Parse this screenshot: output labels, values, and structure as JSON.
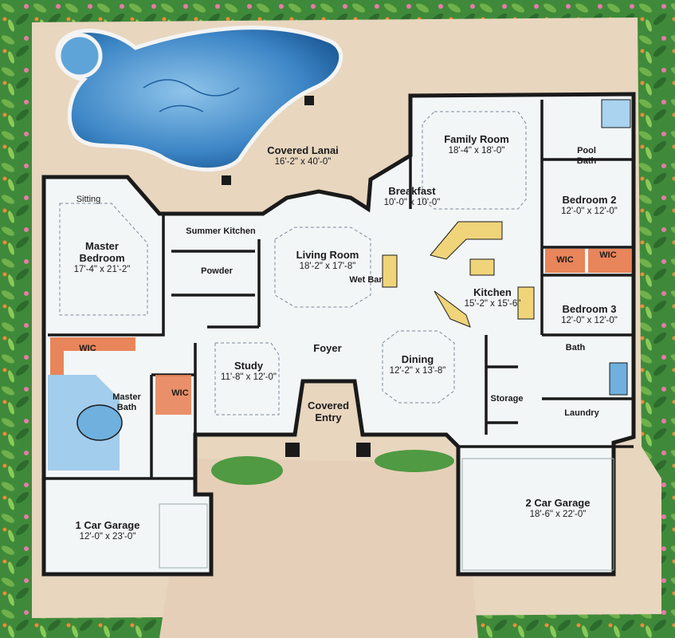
{
  "rooms": {
    "covered_lanai": {
      "name": "Covered Lanai",
      "dims": "16'-2\" x 40'-0\""
    },
    "family_room": {
      "name": "Family Room",
      "dims": "18'-4\" x 18'-0\""
    },
    "pool_bath": {
      "name": "Pool\nBath"
    },
    "breakfast": {
      "name": "Breakfast",
      "dims": "10'-0\" x 10'-0\""
    },
    "bedroom2": {
      "name": "Bedroom 2",
      "dims": "12'-0\" x 12'-0\""
    },
    "sitting": {
      "name": "Sitting"
    },
    "master_bedroom": {
      "name": "Master\nBedroom",
      "dims": "17'-4\" x 21'-2\""
    },
    "summer_kitchen": {
      "name": "Summer Kitchen"
    },
    "powder": {
      "name": "Powder"
    },
    "living_room": {
      "name": "Living Room",
      "dims": "18'-2\" x 17'-8\""
    },
    "wet_bar": {
      "name": "Wet Bar"
    },
    "kitchen": {
      "name": "Kitchen",
      "dims": "15'-2\" x 15'-6\""
    },
    "wic_bed2": {
      "name": "WIC"
    },
    "wic_bed3": {
      "name": "WIC"
    },
    "bedroom3": {
      "name": "Bedroom 3",
      "dims": "12'-0\" x 12'-0\""
    },
    "wic_master1": {
      "name": "WIC"
    },
    "wic_master2": {
      "name": "WIC"
    },
    "foyer": {
      "name": "Foyer"
    },
    "study": {
      "name": "Study",
      "dims": "11'-8\" x 12'-0\""
    },
    "dining": {
      "name": "Dining",
      "dims": "12'-2\" x 13'-8\""
    },
    "bath": {
      "name": "Bath"
    },
    "master_bath": {
      "name": "Master\nBath"
    },
    "storage": {
      "name": "Storage"
    },
    "laundry": {
      "name": "Laundry"
    },
    "covered_entry": {
      "name": "Covered\nEntry"
    },
    "garage1": {
      "name": "1 Car Garage",
      "dims": "12'-0\" x 23'-0\""
    },
    "garage2": {
      "name": "2 Car Garage",
      "dims": "18'-6\" x 22'-0\""
    }
  },
  "colors": {
    "paving": "#e8d6bf",
    "floor": "#f3f6f7",
    "wall": "#1a1a1a",
    "pool": "#3d86c6",
    "closet": "#e8855a",
    "counter": "#f0d47a",
    "tub": "#6fb0de",
    "landscape": "#3f8a3a"
  }
}
